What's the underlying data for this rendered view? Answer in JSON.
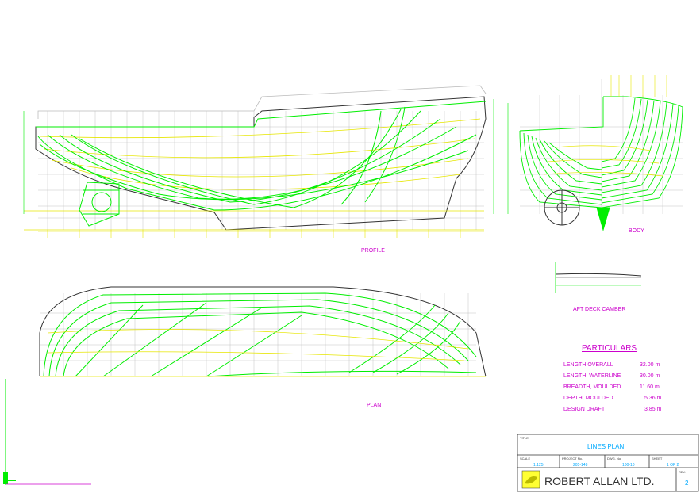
{
  "views": {
    "profile_label": "PROFILE",
    "body_label": "BODY",
    "plan_label": "PLAN",
    "camber_label": "AFT DECK CAMBER"
  },
  "particulars": {
    "heading": "PARTICULARS",
    "rows": [
      {
        "label": "LENGTH OVERALL",
        "value": "32.00  m"
      },
      {
        "label": "LENGTH, WATERLINE",
        "value": "30.00  m"
      },
      {
        "label": "BREADTH, MOULDED",
        "value": "11.60  m"
      },
      {
        "label": "DEPTH, MOULDED",
        "value": "5.36  m"
      },
      {
        "label": "DESIGN DRAFT",
        "value": "3.85  m"
      }
    ]
  },
  "title_block": {
    "title_caption": "TITLE",
    "title": "LINES  PLAN",
    "scale_caption": "SCALE",
    "scale": "1:125",
    "project_caption": "PROJECT No.",
    "project": "205-148",
    "dwg_caption": "DWG. No.",
    "dwg": "100-10",
    "sheet_caption": "SHEET",
    "sheet": "1  OF  2",
    "company": "ROBERT ALLAN LTD.",
    "rev_caption": "REV.",
    "rev": "2"
  },
  "colors": {
    "frames": "#00ee00",
    "waterlines": "#e6e600",
    "outline": "#333333",
    "label_text": "#cc00cc",
    "title_text": "#00aaff",
    "grid": "#9a9a9a"
  }
}
